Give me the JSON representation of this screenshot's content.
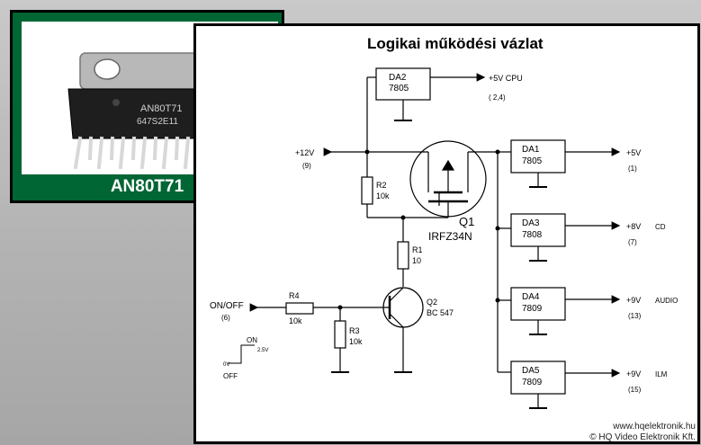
{
  "photo": {
    "caption": "AN80T71",
    "chip_marking_1": "AN80T71",
    "chip_marking_2": "647S2E11"
  },
  "schematic": {
    "title": "Logikai működési vázlat",
    "input_label": "+12V",
    "input_pin": "(9)",
    "onoff_label": "ON/OFF",
    "onoff_pin": "(6)",
    "on_label": "ON",
    "on_voltage": "2.5V",
    "off_voltage": "0V",
    "off_label": "OFF",
    "q1_name": "Q1",
    "q1_part": "IRFZ34N",
    "q2_name": "Q2",
    "q2_part": "BC 547",
    "r1_name": "R1",
    "r1_value": "10",
    "r2_name": "R2",
    "r2_value": "10k",
    "r3_name": "R3",
    "r3_value": "10k",
    "r4_name": "R4",
    "r4_value": "10k",
    "da2": {
      "name": "DA2",
      "part": "7805",
      "out": "+5V CPU",
      "pin": "( 2,4)"
    },
    "regulators": [
      {
        "name": "DA1",
        "part": "7805",
        "out": "+5V",
        "pin": "(1)",
        "tag": ""
      },
      {
        "name": "DA3",
        "part": "7808",
        "out": "+8V",
        "pin": "(7)",
        "tag": "CD"
      },
      {
        "name": "DA4",
        "part": "7809",
        "out": "+9V",
        "pin": "(13)",
        "tag": "AUDIO"
      },
      {
        "name": "DA5",
        "part": "7809",
        "out": "+9V",
        "pin": "(15)",
        "tag": "ILM"
      }
    ]
  },
  "footer": {
    "url": "www.hqelektronik.hu",
    "copyright": "© HQ Video Elektronik Kft."
  }
}
